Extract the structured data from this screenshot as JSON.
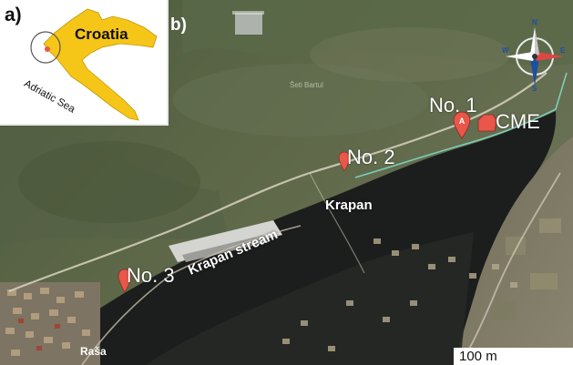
{
  "figure": {
    "panel_a_label": "a)",
    "panel_b_label": "b)",
    "country_label": "Croatia",
    "sea_label": "Adriatic Sea"
  },
  "map": {
    "sites": [
      {
        "label": "No. 1",
        "marker": "location-pin-icon",
        "marker_letter": "A"
      },
      {
        "label": "CME",
        "marker": "location-pin-icon"
      },
      {
        "label": "No. 2",
        "marker": "location-pin-icon"
      },
      {
        "label": "No. 3",
        "marker": "location-pin-icon"
      }
    ],
    "places": {
      "krapan": "Krapan",
      "krapan_stream": "Krapan stream",
      "rasa": "Raša",
      "faded_village": "Šeti Bartul"
    },
    "scale_label": "100 m",
    "compass": {
      "n": "N",
      "s": "S",
      "e": "E",
      "w": "W"
    }
  },
  "colors": {
    "croatia_fill": "#f5c518",
    "marker": "#e8574a",
    "route": "#7ed9c5",
    "water": "#1c1e1d"
  }
}
